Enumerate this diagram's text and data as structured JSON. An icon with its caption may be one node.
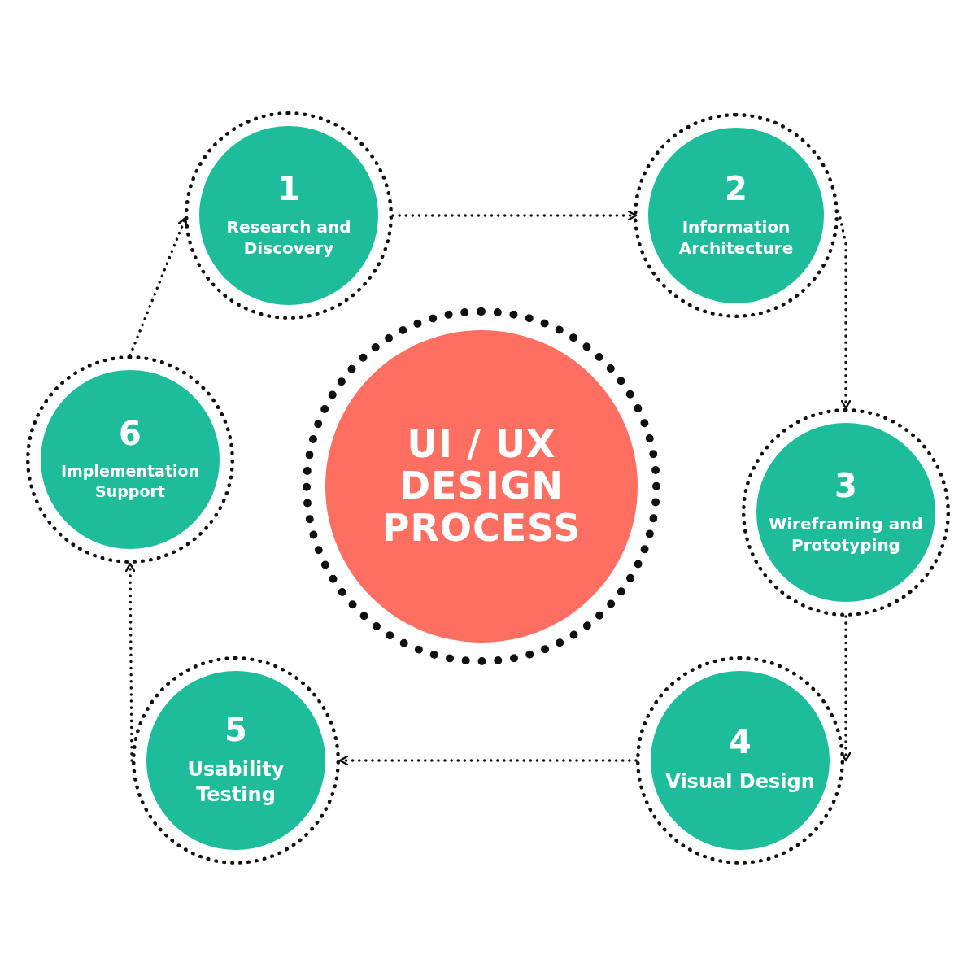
{
  "diagram": {
    "nodes": [
      {
        "text": [
          "UI / UX DESIGN PROCESS"
        ]
      },
      {
        "text": [
          "1",
          "Research and Discovery"
        ]
      },
      {
        "text": [
          "2",
          "Information Architecture"
        ]
      },
      {
        "text": [
          "3",
          "Wireframing and Prototyping"
        ]
      },
      {
        "text": [
          "4",
          "Visual Design"
        ]
      },
      {
        "text": [
          "5",
          "Usability Testing"
        ]
      },
      {
        "text": [
          "6",
          "Implementation Support"
        ]
      }
    ],
    "edges": [
      {
        "from": 1,
        "to": 2,
        "arrow": "to"
      },
      {
        "from": 2,
        "to": 3,
        "arrow": "to"
      },
      {
        "from": 3,
        "to": 4,
        "arrow": "to"
      },
      {
        "from": 4,
        "to": 5,
        "arrow": "to"
      },
      {
        "from": 5,
        "to": 6,
        "arrow": "to"
      },
      {
        "from": 6,
        "to": 1,
        "arrow": "to"
      }
    ]
  }
}
